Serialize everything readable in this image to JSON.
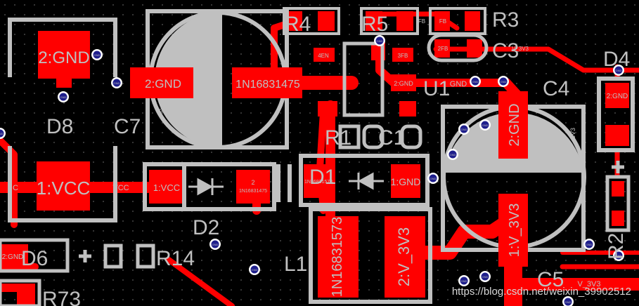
{
  "colors": {
    "background": "#000000",
    "copper": "#ff0000",
    "silkscreen": "#c0c0c0",
    "via_blue": "#1e1e8c",
    "grid_dot": "#5a5a5a"
  },
  "silkscreen_labels": {
    "r4": "R4",
    "r5": "R5",
    "r3": "R3",
    "c3": "C3",
    "u1": "U1",
    "c4": "C4",
    "d4": "D4",
    "d8": "D8",
    "c7": "C7",
    "r1": "R1",
    "c1": "C1",
    "d1": "D1",
    "d2": "D2",
    "l1": "L1",
    "r14": "R14",
    "d6": "D6",
    "r73": "R73",
    "c5": "C5",
    "r2": "R2",
    "plus": "+"
  },
  "pad_labels": {
    "d8_gnd": "2:GND",
    "c7_gnd": "2:GND",
    "c7_pos": "1N16831475",
    "d8_vcc": "1:VCC",
    "d2_vcc": "1:VCC",
    "d2_k": "2",
    "d2_k_net": "1N16831475",
    "d1_gnd": "1:GND",
    "d1_a": "1N16831573",
    "l1_a": "1N16831573",
    "l1_b": "2:V_3V3",
    "c4_gnd": "2:GND",
    "c4_pos": "1:V_3V3",
    "d4_gnd": "2:GND",
    "d6_gnd": "2:GND",
    "u1_gnd": "2:GND",
    "r4_net": "4EN",
    "r5_net": "3FB",
    "r3_a": "FB",
    "r3_b": "FB",
    "c3_net": "2FB",
    "c3_v": "V_3V3",
    "u1_gnd_net": "GND",
    "trace_vcc_left": "VCC",
    "trace_vcc_right": "VCC",
    "trace_c": "C",
    "trace_v3v3": "V_3V3",
    "c4_v3v3": "3V3",
    "c4_gnd_small": "GND",
    "c7_gnd_small": "GND",
    "via": "GND"
  },
  "watermark": "https://blog.csdn.net/weixin_39902512"
}
